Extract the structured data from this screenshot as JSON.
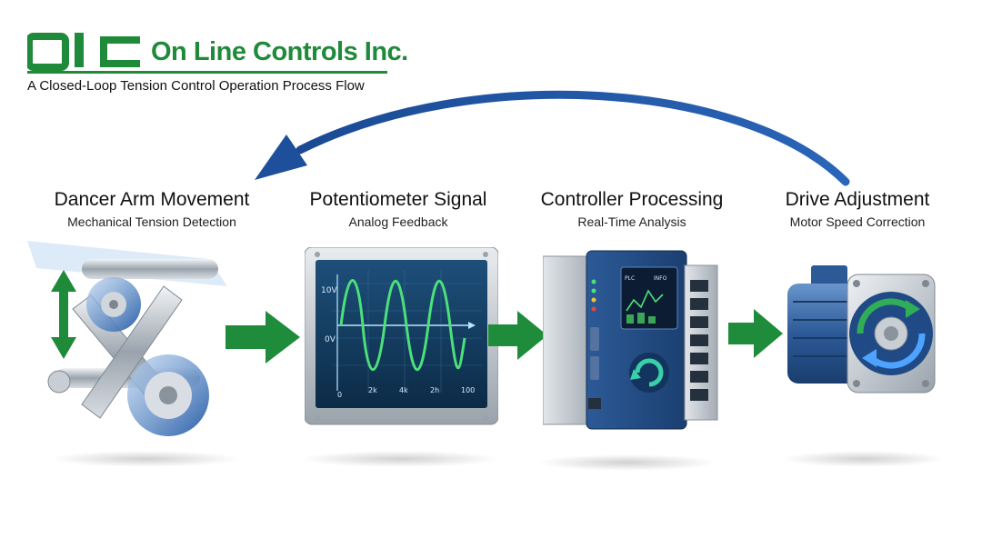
{
  "header": {
    "logo_text": "olc",
    "company_name": "On Line Controls Inc.",
    "subtitle": "A Closed-Loop Tension Control Operation Process Flow"
  },
  "steps": [
    {
      "title": "Dancer Arm Movement",
      "subtitle": "Mechanical Tension Detection"
    },
    {
      "title": "Potentiometer Signal",
      "subtitle": "Analog Feedback"
    },
    {
      "title": "Controller Processing",
      "subtitle": "Real-Time Analysis"
    },
    {
      "title": "Drive Adjustment",
      "subtitle": "Motor Speed Correction"
    }
  ],
  "oscilloscope": {
    "y_top": "10V",
    "y_mid": "0V",
    "x_ticks": [
      "0",
      "2k",
      "4k",
      "2h",
      "100"
    ]
  },
  "controller_screen": {
    "label_left": "PLC",
    "label_right": "INFO"
  },
  "colors": {
    "brand_green": "#1f8a3a",
    "loop_blue": "#1d4f9b",
    "flow_green": "#1e8c3a",
    "signal_green": "#4de07a"
  }
}
